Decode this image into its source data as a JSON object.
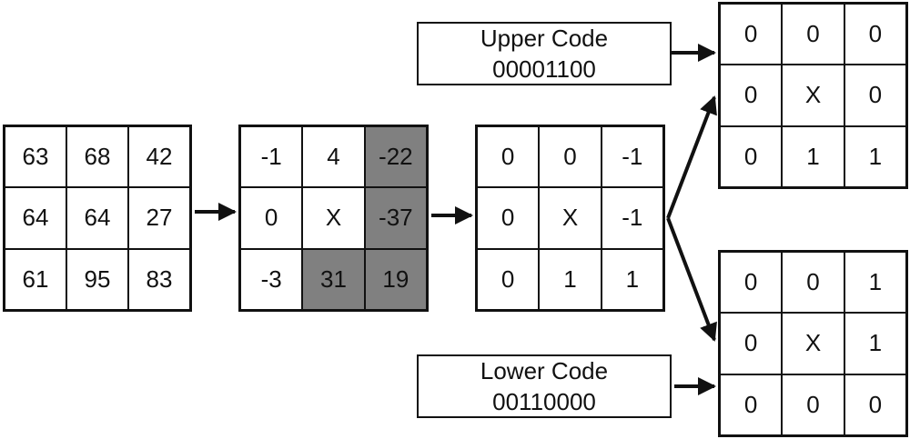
{
  "grids": {
    "input": [
      [
        "63",
        "68",
        "42"
      ],
      [
        "64",
        "64",
        "27"
      ],
      [
        "61",
        "95",
        "83"
      ]
    ],
    "diff": [
      [
        "-1",
        "4",
        "-22"
      ],
      [
        "0",
        "X",
        "-37"
      ],
      [
        "-3",
        "31",
        "19"
      ]
    ],
    "diff_shaded": [
      [
        false,
        false,
        true
      ],
      [
        false,
        false,
        true
      ],
      [
        false,
        true,
        true
      ]
    ],
    "ternary": [
      [
        "0",
        "0",
        "-1"
      ],
      [
        "0",
        "X",
        "-1"
      ],
      [
        "0",
        "1",
        "1"
      ]
    ],
    "upper": [
      [
        "0",
        "0",
        "0"
      ],
      [
        "0",
        "X",
        "0"
      ],
      [
        "0",
        "1",
        "1"
      ]
    ],
    "lower": [
      [
        "0",
        "0",
        "1"
      ],
      [
        "0",
        "X",
        "1"
      ],
      [
        "0",
        "0",
        "0"
      ]
    ]
  },
  "upper_code": {
    "title": "Upper Code",
    "value": "00001100"
  },
  "lower_code": {
    "title": "Lower Code",
    "value": "00110000"
  },
  "colors": {
    "shade": "#808080",
    "line": "#111111"
  }
}
